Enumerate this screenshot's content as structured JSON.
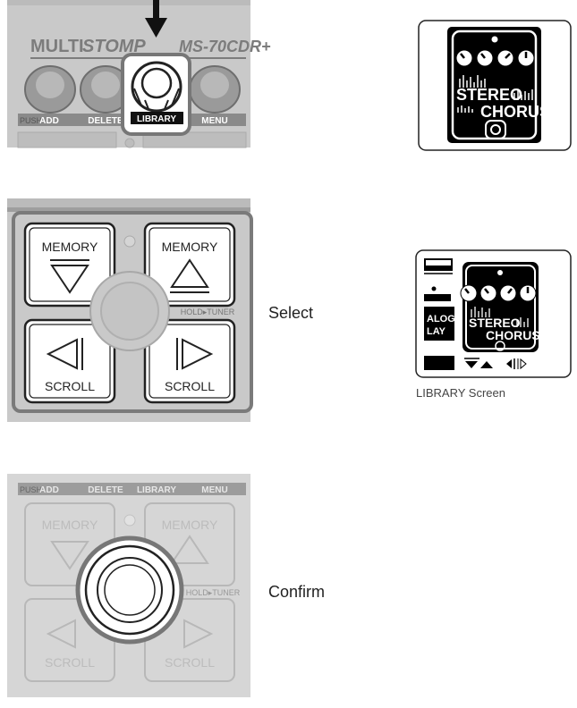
{
  "device": {
    "brand_prefix": "MULTI",
    "brand_suffix": "STOMP",
    "model": "MS-70CDR+",
    "push_label": "PUSH",
    "knob_labels": [
      "ADD",
      "DELETE",
      "LIBRARY",
      "MENU"
    ],
    "highlighted_knob_label": "LIBRARY",
    "tuner_label": "HOLD▸TUNER",
    "memory_label": "MEMORY",
    "scroll_label": "SCROLL"
  },
  "screens": {
    "effect_line1": "STEREO",
    "effect_line2": "CHORUS",
    "library_side_labels": [
      "ALOG",
      "LAY"
    ],
    "library_caption": "LIBRARY Screen"
  },
  "steps": {
    "select_label": "Select",
    "confirm_label": "Confirm"
  },
  "colors": {
    "panel": "#c9c9c9",
    "button_dark": "#555555",
    "highlight": "#777777",
    "text_light": "#ffffff",
    "screen_bg": "#000000"
  }
}
